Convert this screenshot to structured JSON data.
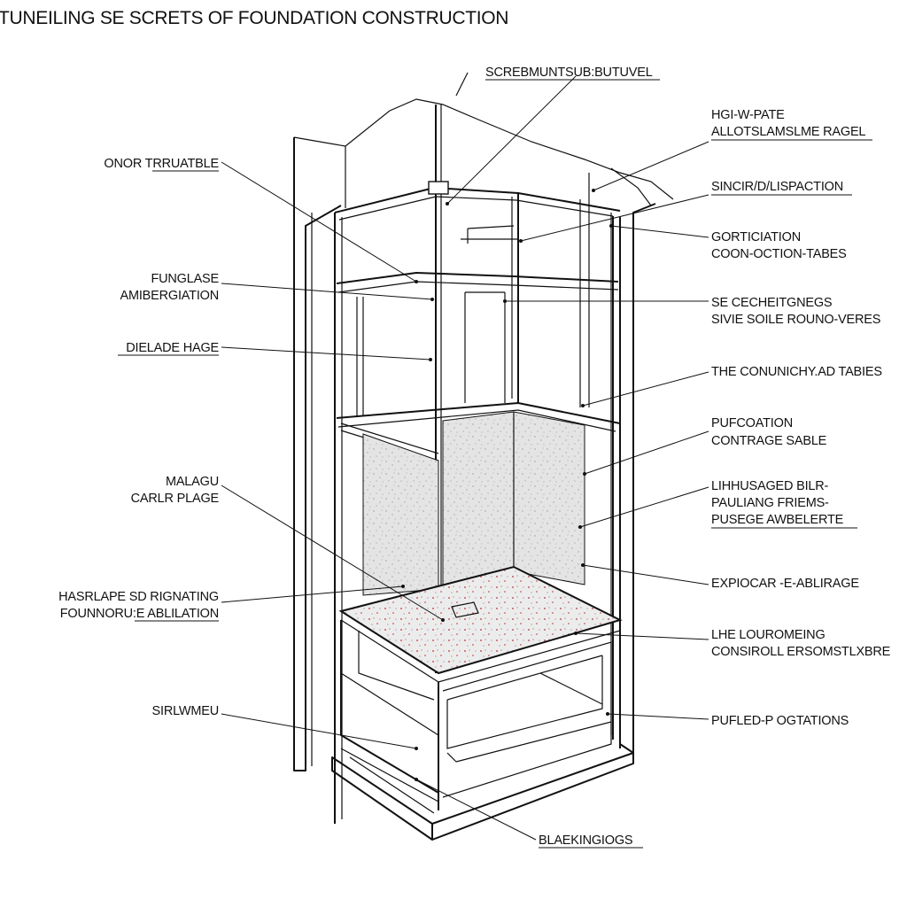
{
  "title": "TUNEILING SE SCRETS OF FOUNDATION CONSTRUCTION",
  "colors": {
    "ink": "#111111",
    "panel": "#e6e6e6",
    "speck": "#c23030"
  },
  "labels": {
    "top_center": [
      "SCREBMUNTSUB:BUTUVEL"
    ],
    "right_1": [
      "HGI-W-PATE",
      "ALLOTSLAMSLME RAGEL"
    ],
    "right_2": [
      "SINCIR/D/LISPACTION"
    ],
    "right_3": [
      "GORTICIATION",
      "COON-OCTION-TABES"
    ],
    "right_4": [
      "SE CECHEITGNEGS",
      "SIVIE SOILE ROUNO-VERES"
    ],
    "right_5": [
      "THE CONUNICHY.AD TABIES"
    ],
    "right_6": [
      "PUFCOATION",
      "CONTRAGE SABLE"
    ],
    "right_7": [
      "LIHHUSAGED BILR-",
      "PAULIANG FRIEMS-",
      "PUSEGE AWBELERTE"
    ],
    "right_8": [
      "EXPIOCAR -E-ABLIRAGE"
    ],
    "right_9": [
      "LHE LOUROMEING",
      "CONSIROLL ERSOMSTLXBRE"
    ],
    "right_10": [
      "PUFLED-P OGTATIONS"
    ],
    "left_1": [
      "ONOR TRRUATBLE"
    ],
    "left_2": [
      "FUNGLASE",
      "AMIBERGIATION"
    ],
    "left_3": [
      "DIELADE HAGE"
    ],
    "left_4": [
      "MALAGU",
      "CARLR PLAGE"
    ],
    "left_5": [
      "HASRLAPE SD RIGNATING",
      "FOUNNORU:E ABLILATION"
    ],
    "left_6": [
      "SIRLWMEU"
    ],
    "bottom": [
      "BLAEKINGIOGS"
    ]
  }
}
